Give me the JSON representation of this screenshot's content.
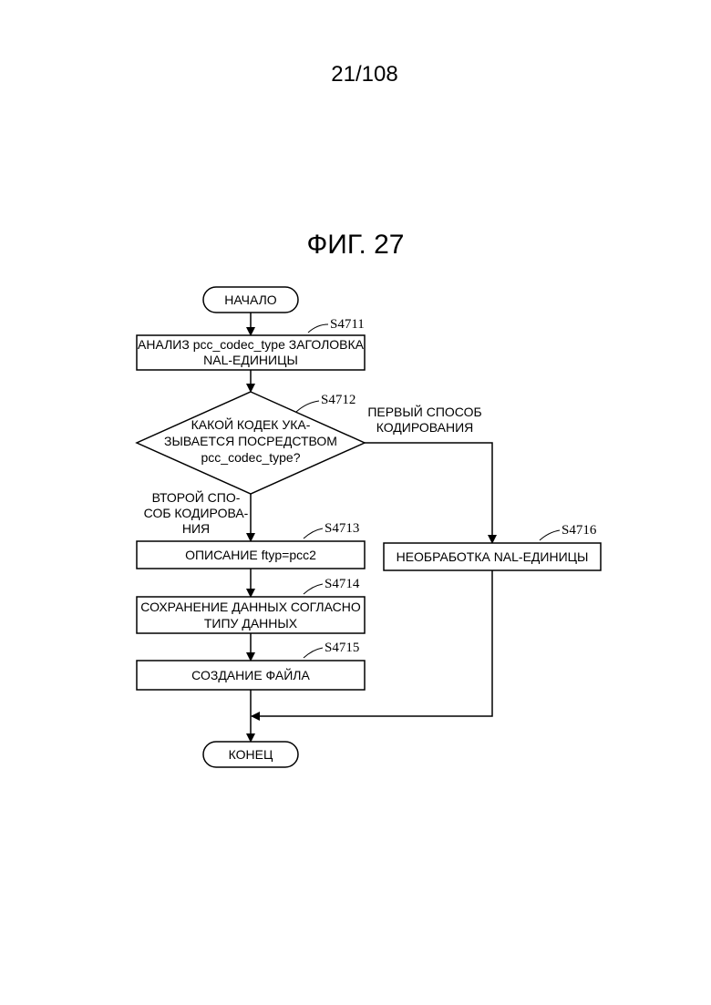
{
  "header": {
    "page_number": "21/108",
    "figure_title": "ФИГ. 27"
  },
  "flowchart": {
    "start": {
      "label": "НАЧАЛО"
    },
    "end": {
      "label": "КОНЕЦ"
    },
    "s4711": {
      "step": "S4711",
      "lines": [
        "АНАЛИЗ pcc_codec_type ЗАГОЛОВКА",
        "NAL-ЕДИНИЦЫ"
      ]
    },
    "s4712": {
      "step": "S4712",
      "lines": [
        "КАКОЙ КОДЕК УКА-",
        "ЗЫВАЕТСЯ ПОСРЕДСТВОМ",
        "pcc_codec_type?"
      ]
    },
    "branch_first": {
      "lines": [
        "ПЕРВЫЙ СПОСОБ",
        "КОДИРОВАНИЯ"
      ]
    },
    "branch_second": {
      "lines": [
        "ВТОРОЙ СПО-",
        "СОБ КОДИРОВА-",
        "НИЯ"
      ]
    },
    "s4713": {
      "step": "S4713",
      "lines": [
        "ОПИСАНИЕ ftyp=pcc2"
      ]
    },
    "s4714": {
      "step": "S4714",
      "lines": [
        "СОХРАНЕНИЕ ДАННЫХ СОГЛАСНО",
        "ТИПУ ДАННЫХ"
      ]
    },
    "s4715": {
      "step": "S4715",
      "lines": [
        "СОЗДАНИЕ ФАЙЛА"
      ]
    },
    "s4716": {
      "step": "S4716",
      "lines": [
        "НЕОБРАБОТКА NAL-ЕДИНИЦЫ"
      ]
    }
  }
}
